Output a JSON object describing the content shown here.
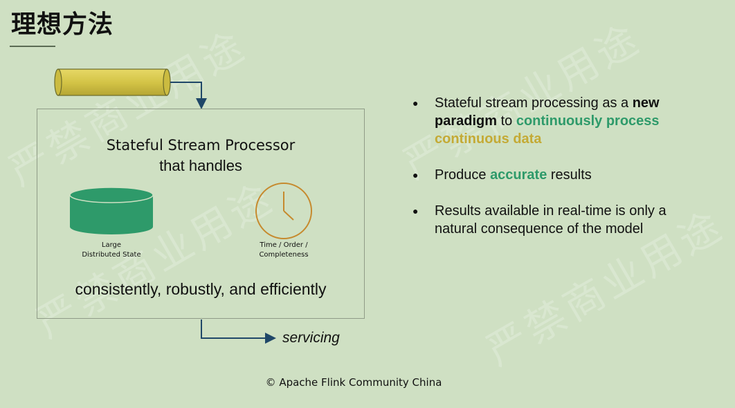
{
  "slide": {
    "title": "理想方法",
    "watermark": "严禁商业用途",
    "footer": "© Apache Flink Community China"
  },
  "diagram": {
    "processor_title": "Stateful Stream Processor",
    "processor_subtitle": "that handles",
    "state_label_1": "Large",
    "state_label_2": "Distributed State",
    "time_label_1": "Time / Order /",
    "time_label_2": "Completeness",
    "qualities": "consistently, robustly, and efficiently",
    "output_label": "servicing",
    "colors": {
      "input_tube": "#d4c447",
      "state_db": "#2e9a6a",
      "clock": "#c68a2e",
      "arrows": "#1f4768"
    },
    "icons": [
      "input-stream-tube",
      "database-icon",
      "clock-icon"
    ]
  },
  "bullets": [
    {
      "parts": [
        {
          "text": "Stateful stream processing as a ",
          "style": "normal"
        },
        {
          "text": "new paradigm",
          "style": "bold"
        },
        {
          "text": " to ",
          "style": "normal"
        },
        {
          "text": "continuously process",
          "style": "green"
        },
        {
          "text": " ",
          "style": "normal"
        },
        {
          "text": "continuous data",
          "style": "gold"
        }
      ]
    },
    {
      "parts": [
        {
          "text": "Produce ",
          "style": "normal"
        },
        {
          "text": "accurate",
          "style": "green"
        },
        {
          "text": " results",
          "style": "normal"
        }
      ]
    },
    {
      "parts": [
        {
          "text": "Results available in real-time is only a natural consequence of the model",
          "style": "normal"
        }
      ]
    }
  ]
}
